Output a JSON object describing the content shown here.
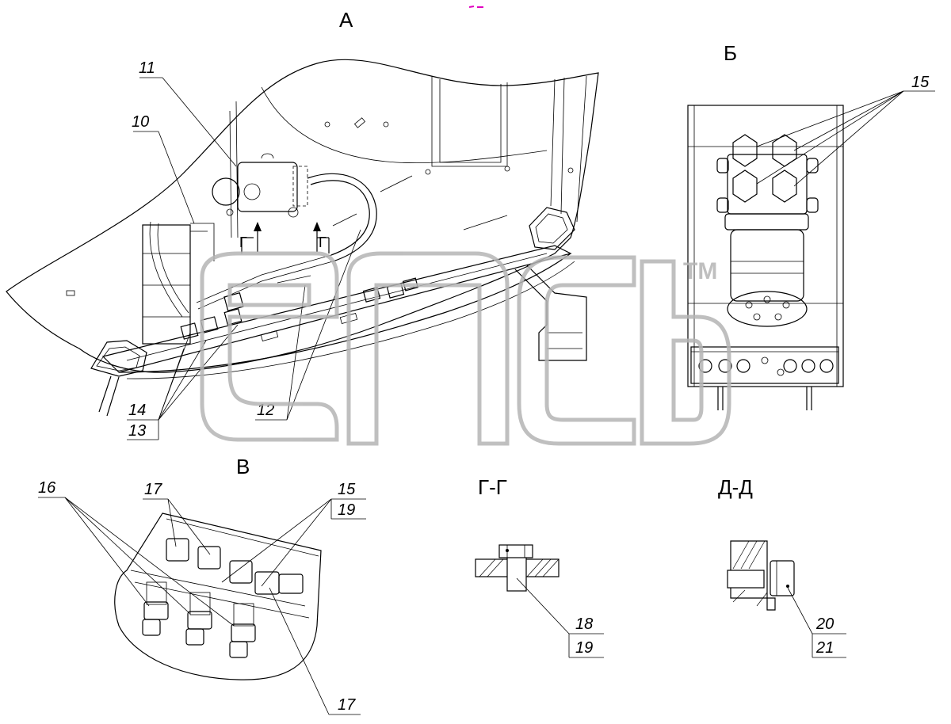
{
  "views": {
    "a": "А",
    "b": "Б",
    "v": "В",
    "g": "Г-Г",
    "d": "Д-Д",
    "section_mark": "Г"
  },
  "callouts": {
    "c10": "10",
    "c11": "11",
    "c12": "12",
    "c13": "13",
    "c14": "14",
    "c15_b": "15",
    "c15_v": "15",
    "c16": "16",
    "c17_top": "17",
    "c17_bottom": "17",
    "c18": "18",
    "c19_v": "19",
    "c19_g": "19",
    "c20": "20",
    "c21": "21"
  },
  "watermark": {
    "trademark": "TM"
  },
  "colors": {
    "line": "#000000",
    "watermark": "#b5b5b5",
    "accent_mark": "#e000c0"
  }
}
